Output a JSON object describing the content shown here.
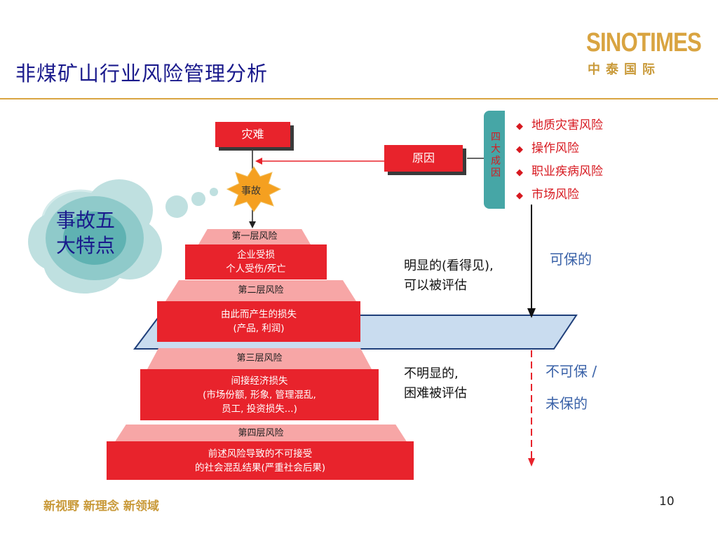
{
  "slide": {
    "title": "非煤矿山行业风险管理分析",
    "logo": {
      "name": "SINOTIMES",
      "subtitle": "中泰国际"
    },
    "page_number": "10",
    "footer": "新视野  新理念  新领域"
  },
  "flow": {
    "disaster": "灾难",
    "accident": "事故",
    "cause": "原因"
  },
  "cloud": {
    "line1": "事故五",
    "line2": "大特点"
  },
  "four_causes": {
    "tab_label": "四大成因",
    "items": [
      "地质灾害风险",
      "操作风险",
      "职业疾病风险",
      "市场风险"
    ],
    "bullet": "◆"
  },
  "layers": [
    {
      "caption": "第一层风险",
      "line1": "企业受损",
      "line2": "个人受伤/死亡"
    },
    {
      "caption": "第二层风险",
      "line1": "由此而产生的损失",
      "line2": "(产品, 利润)"
    },
    {
      "caption": "第三层风险",
      "line1": "间接经济损失",
      "line2": "(市场份额, 形象, 管理混乱,",
      "line3": "员工, 投资损失...)"
    },
    {
      "caption": "第四层风险",
      "line1": "前述风险导致的不可接受",
      "line2": "的社会混乱结果(严重社会后果)"
    }
  ],
  "notes": {
    "visible_line1": "明显的(看得见),",
    "visible_line2": "可以被评估",
    "hidden_line1": "不明显的,",
    "hidden_line2": "困难被评估",
    "insurable": "可保的",
    "uninsurable_line1": "不可保 /",
    "uninsurable_line2": "未保的"
  },
  "colors": {
    "title_blue": "#1a1a8c",
    "box_red": "#e8232c",
    "caption_pink": "#f7a6a6",
    "gold": "#d9a441",
    "teal": "#46a6a6",
    "plane_blue": "#c9dcef",
    "note_blue": "#3a62a8"
  }
}
